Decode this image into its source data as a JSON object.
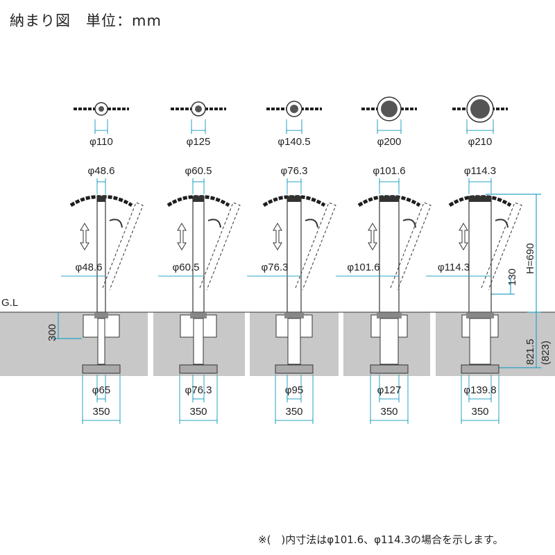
{
  "title": "納まり図　単位：mm",
  "footnote": "※(　)内寸法はφ101.6、φ114.3の場合を示します。",
  "ground_label": "G.L",
  "left_dims": {
    "depth": "300"
  },
  "right_dims": {
    "height": "H=690",
    "offset": "130",
    "below": "821.5",
    "below_alt": "(823)"
  },
  "columns": [
    {
      "cap_dia": "φ110",
      "pipe_top": "φ48.6",
      "pipe_side": "φ48.6",
      "base_dia": "φ65",
      "base_width": "350"
    },
    {
      "cap_dia": "φ125",
      "pipe_top": "φ60.5",
      "pipe_side": "φ60.5",
      "base_dia": "φ76.3",
      "base_width": "350"
    },
    {
      "cap_dia": "φ140.5",
      "pipe_top": "φ76.3",
      "pipe_side": "φ76.3",
      "base_dia": "φ95",
      "base_width": "350"
    },
    {
      "cap_dia": "φ200",
      "pipe_top": "φ101.6",
      "pipe_side": "φ101.6",
      "base_dia": "φ127",
      "base_width": "350"
    },
    {
      "cap_dia": "φ210",
      "pipe_top": "φ114.3",
      "pipe_side": "φ114.3",
      "base_dia": "φ139.8",
      "base_width": "350"
    }
  ],
  "colors": {
    "dimension": "#2aa3c4",
    "ground": "#c8c8c8",
    "line": "#333333",
    "chain": "#1e1e1e"
  }
}
